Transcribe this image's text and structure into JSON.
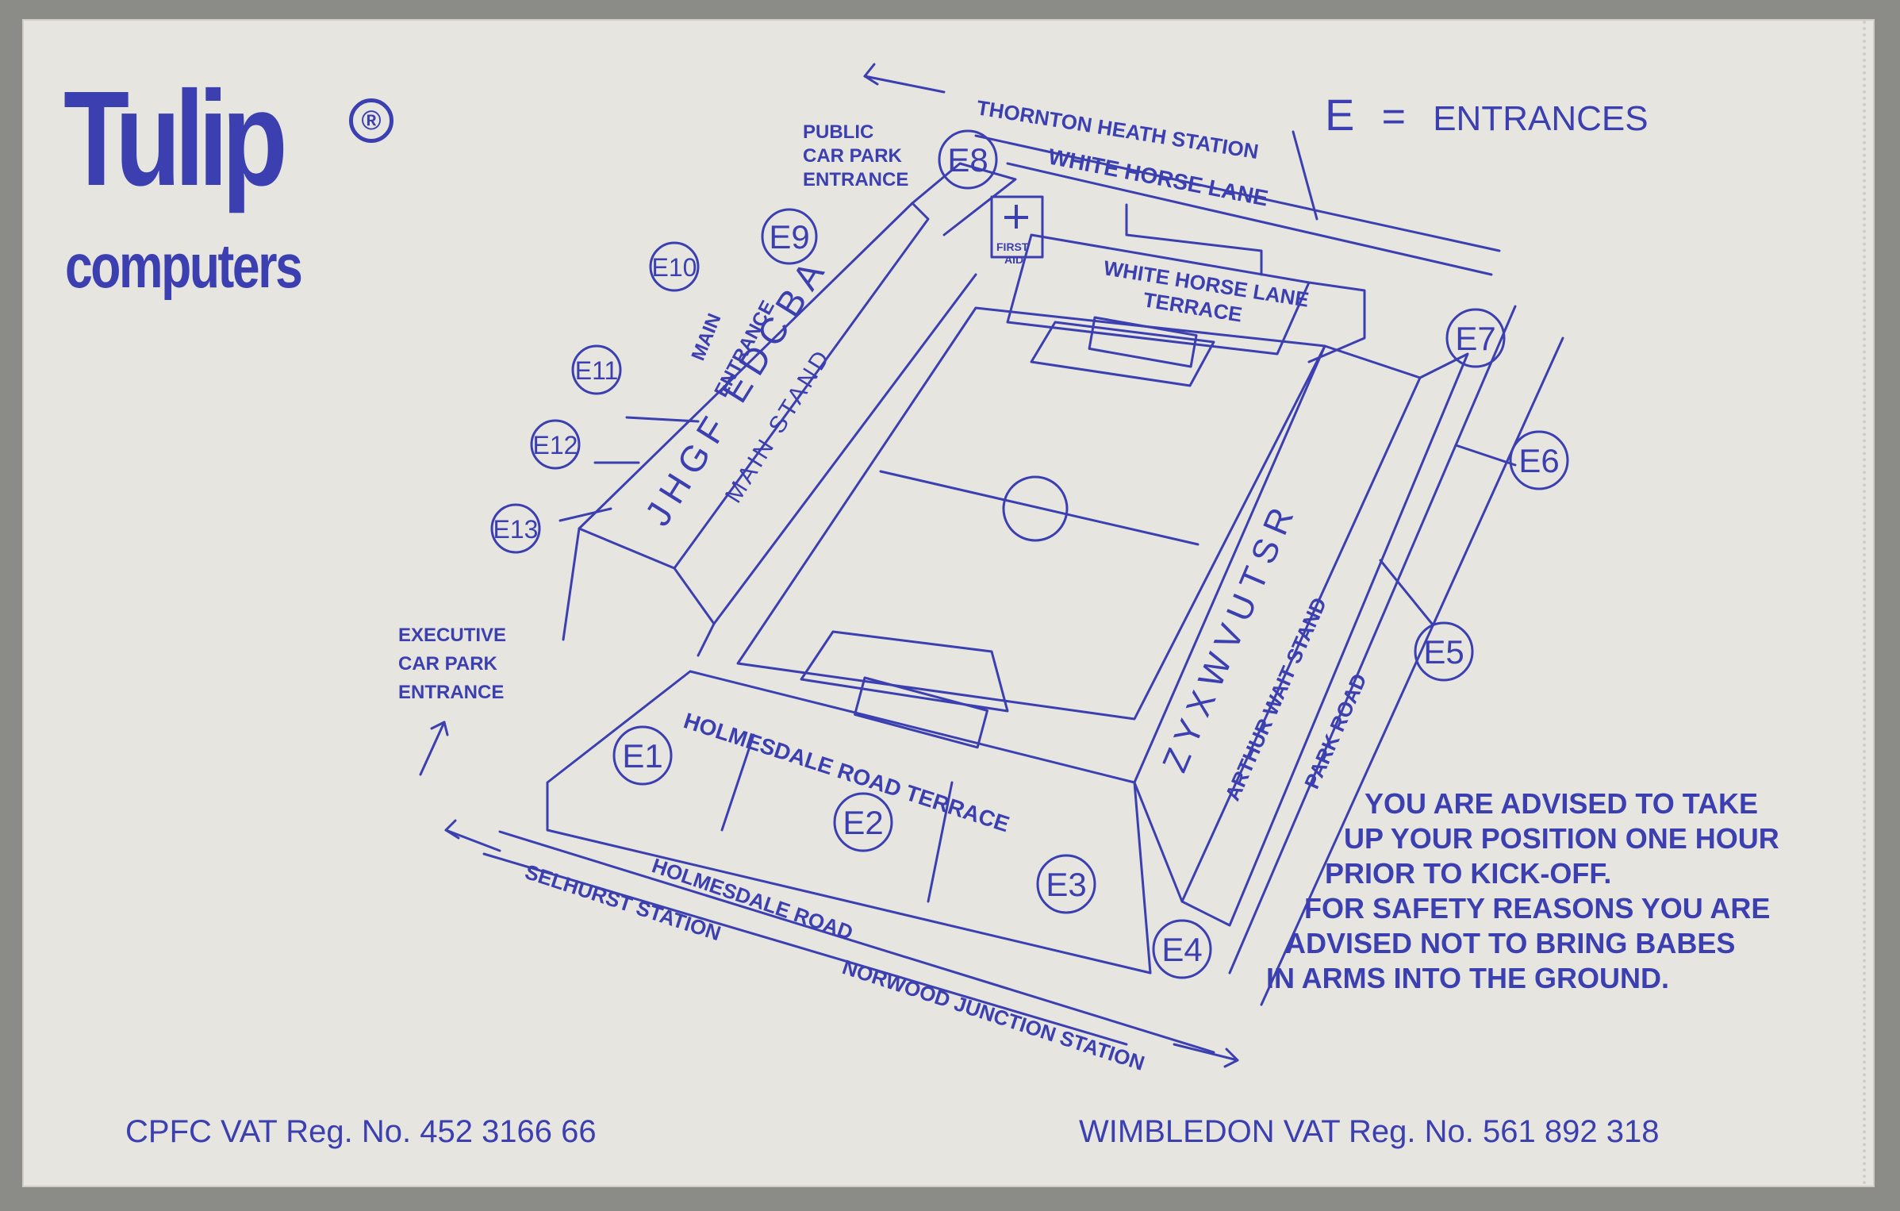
{
  "logo": {
    "word": "Tulip",
    "sub": "computers",
    "reg": "®"
  },
  "legend": {
    "letter": "E",
    "equals": "=",
    "text": "ENTRANCES"
  },
  "map": {
    "roads": {
      "thornton": "THORNTON HEATH STATION",
      "white_horse_lane": "WHITE HORSE LANE",
      "holmesdale_road": "HOLMESDALE ROAD",
      "selhurst": "SELHURST STATION",
      "norwood": "NORWOOD JUNCTION STATION",
      "park_road": "PARK ROAD"
    },
    "stands": {
      "main_letters": "JHGF EDCBA",
      "main_stand": "MAIN STAND",
      "arthur_letters": "ZYXWVUTSR",
      "arthur_stand": "ARTHUR WAIT STAND",
      "whl_terrace_1": "WHITE HORSE LANE",
      "whl_terrace_2": "TERRACE",
      "holmesdale_terrace": "HOLMESDALE ROAD TERRACE"
    },
    "first_aid": {
      "line1": "FIRST",
      "line2": "AID"
    },
    "labels": {
      "public_1": "PUBLIC",
      "public_2": "CAR PARK",
      "public_3": "ENTRANCE",
      "main_entrance_1": "MAIN",
      "main_entrance_2": "ENTRANCE",
      "exec_1": "EXECUTIVE",
      "exec_2": "CAR PARK",
      "exec_3": "ENTRANCE"
    },
    "entrances": {
      "e1": "E1",
      "e2": "E2",
      "e3": "E3",
      "e4": "E4",
      "e5": "E5",
      "e6": "E6",
      "e7": "E7",
      "e8": "E8",
      "e9": "E9",
      "e10": "E10",
      "e11": "E11",
      "e12": "E12",
      "e13": "E13"
    }
  },
  "advice": {
    "line1": "YOU ARE ADVISED TO TAKE",
    "line2": "UP YOUR POSITION ONE HOUR",
    "line3": "PRIOR TO KICK-OFF.",
    "line4": "FOR SAFETY REASONS YOU ARE",
    "line5": "ADVISED NOT TO BRING BABES",
    "line6": "IN ARMS INTO THE GROUND."
  },
  "vat": {
    "cpfc": "CPFC VAT Reg. No. 452 3166 66",
    "wimbledon": "WIMBLEDON VAT Reg. No. 561 892 318"
  },
  "colors": {
    "ink": "#3b3fb0",
    "paper": "#e6e5e0",
    "background": "#8b8c87"
  }
}
